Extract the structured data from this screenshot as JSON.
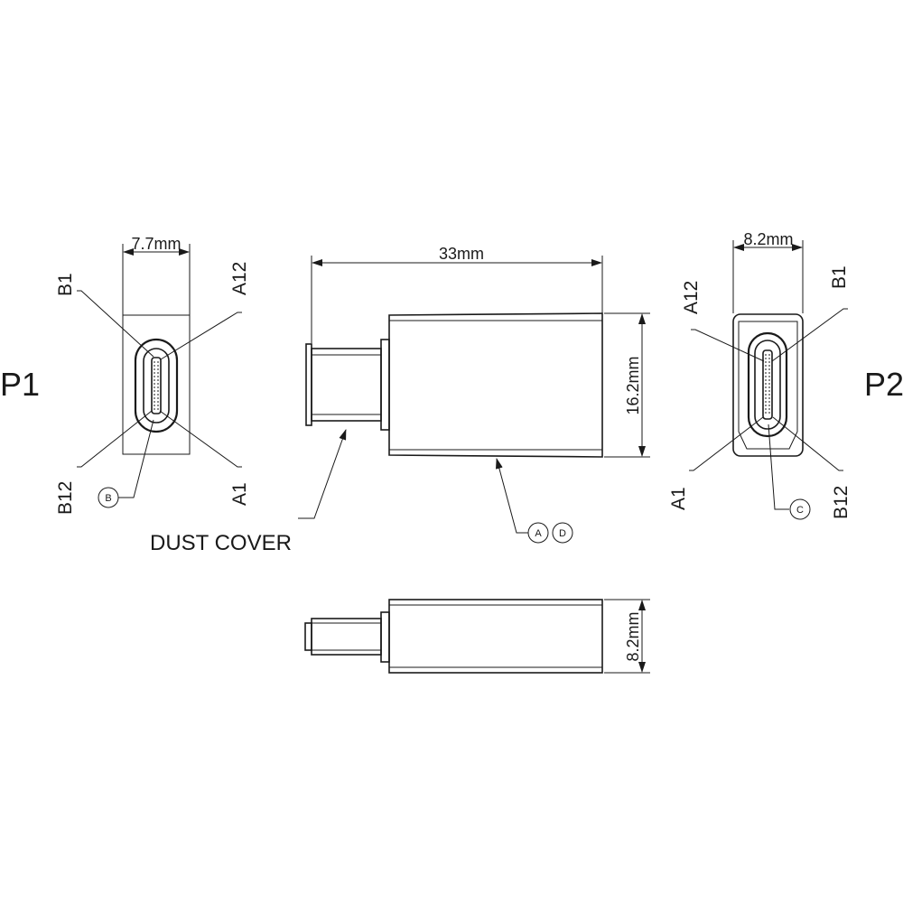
{
  "p1": {
    "view_label": "P1",
    "width_dim": "7.7mm",
    "pin_b1": "B1",
    "pin_a12": "A12",
    "pin_b12": "B12",
    "pin_a1": "A1",
    "callout": "B"
  },
  "side": {
    "length_dim": "33mm",
    "height_dim": "16.2mm",
    "dust_cover": "DUST COVER",
    "callout_a": "A",
    "callout_d": "D"
  },
  "p2": {
    "view_label": "P2",
    "width_dim": "8.2mm",
    "pin_a12": "A12",
    "pin_b1": "B1",
    "pin_a1": "A1",
    "pin_b12": "B12",
    "callout": "C"
  },
  "top": {
    "thickness_dim": "8.2mm"
  }
}
